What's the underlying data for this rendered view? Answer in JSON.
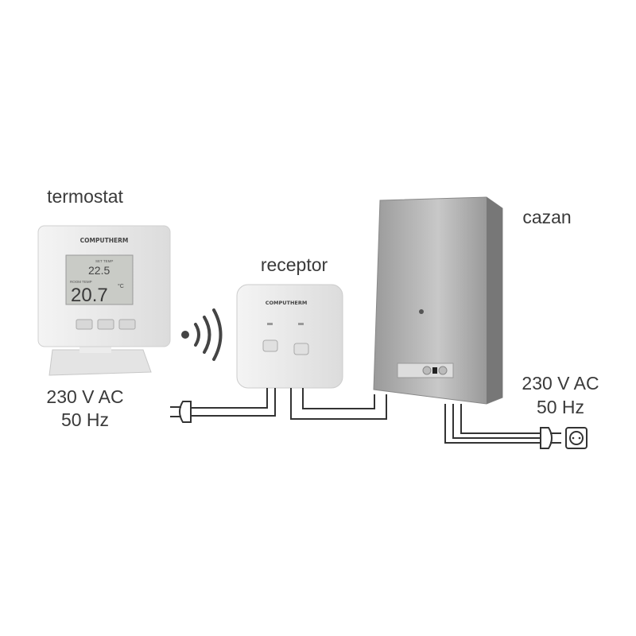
{
  "labels": {
    "thermostat": "termostat",
    "receiver": "receptor",
    "boiler": "cazan",
    "thermostat_power_voltage": "230 V AC",
    "thermostat_power_freq": "50 Hz",
    "boiler_power_voltage": "230 V AC",
    "boiler_power_freq": "50 Hz"
  },
  "thermostat": {
    "brand": "COMPUTHERM",
    "set_temp_label": "SET TEMP",
    "set_temp": "22.5",
    "room_temp_label": "ROOM TEMP",
    "room_temp": "20.7",
    "unit": "°C"
  },
  "receiver": {
    "brand": "COMPUTHERM"
  },
  "icons": [
    "wireless-signal-icon",
    "power-plug-icon",
    "wall-socket-icon"
  ]
}
